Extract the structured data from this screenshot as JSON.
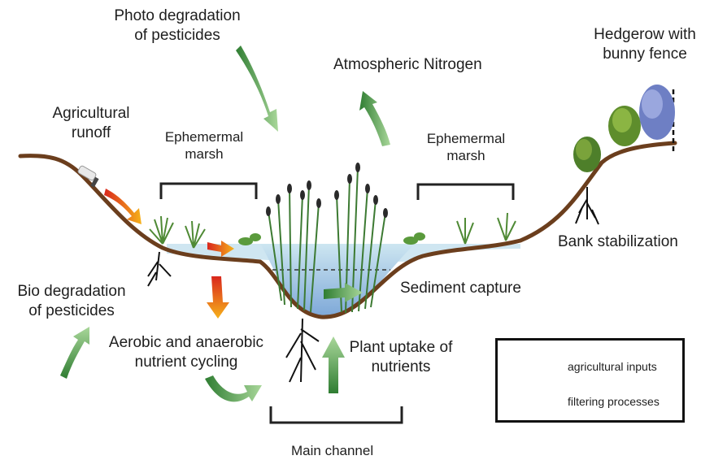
{
  "labels": {
    "photo_degradation": [
      "Photo degradation",
      "of pesticides"
    ],
    "atmospheric_nitrogen": "Atmospheric Nitrogen",
    "hedgerow": [
      "Hedgerow with",
      "bunny fence"
    ],
    "agricultural_runoff": [
      "Agricultural",
      "runoff"
    ],
    "ephemeral_marsh_left": [
      "Ephemermal",
      "marsh"
    ],
    "ephemeral_marsh_right": [
      "Ephemermal",
      "marsh"
    ],
    "bank_stabilization": "Bank stabilization",
    "sediment_capture": "Sediment capture",
    "bio_degradation": [
      "Bio degradation",
      "of pesticides"
    ],
    "nutrient_cycling": [
      "Aerobic and anaerobic",
      "nutrient cycling"
    ],
    "plant_uptake": [
      "Plant uptake of",
      "nutrients"
    ],
    "main_channel": "Main channel"
  },
  "legend": [
    {
      "label": "agricultural inputs",
      "icon": "red-orange-arrow-icon",
      "colors": [
        "#d9261c",
        "#f6b21b"
      ]
    },
    {
      "label": "filtering processes",
      "icon": "green-arrow-icon",
      "colors": [
        "#2f7d32",
        "#9fd08a"
      ]
    }
  ],
  "colors": {
    "soil_line": "#6b3e1d",
    "water": "#b9dcec",
    "water_deep": "#8fb9dd",
    "vegetation": "#3c7a32",
    "hedge_blue": "#6e7fc4"
  }
}
